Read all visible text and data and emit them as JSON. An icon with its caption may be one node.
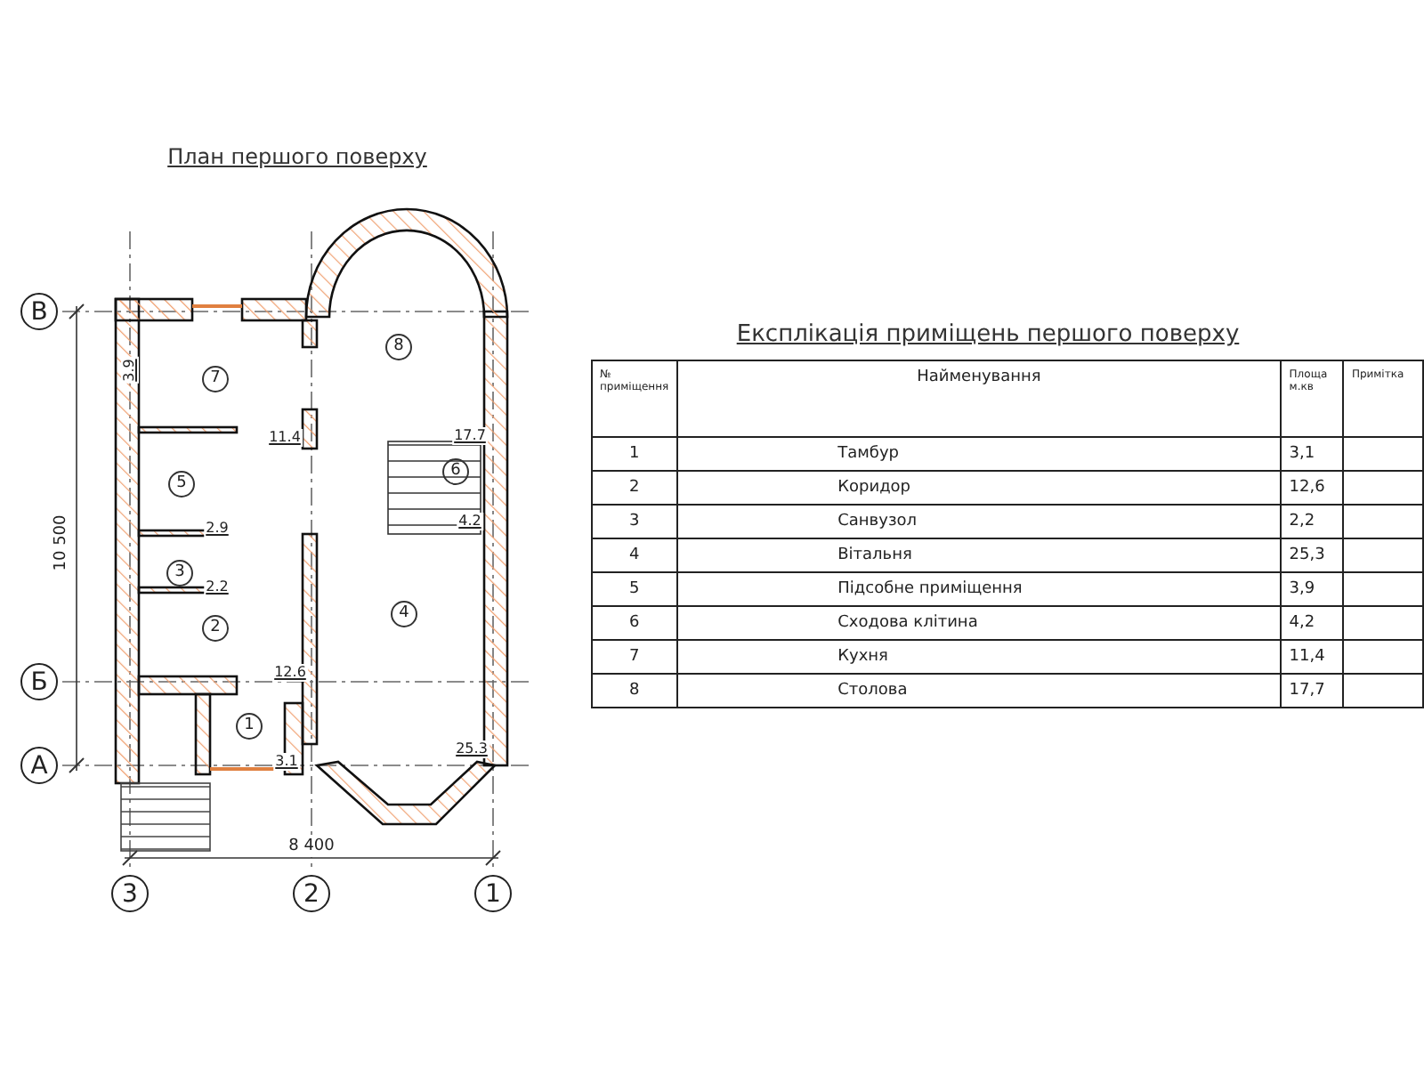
{
  "diagram": {
    "title": "План першого поверху",
    "labels": [
      "В",
      "8",
      "7",
      "3.9",
      "11.4",
      "17.7",
      "6",
      "5",
      "2.9",
      "3",
      "4.2",
      "10 500",
      "2.2",
      "2",
      "4",
      "Б",
      "12.6",
      "1",
      "А",
      "3.1",
      "25.3",
      "8 400",
      "3",
      "2",
      "1",
      "Експлікація приміщень першого поверху",
      "№ приміщення",
      "Найменування",
      "Площа м.кв",
      "Примітка",
      "1",
      "Тамбур",
      "3,1",
      "2",
      "Коридор",
      "12,6",
      "3",
      "Санвузол",
      "2,2",
      "4",
      "Вітальня",
      "25,3",
      "5",
      "Підсобне приміщення",
      "3,9",
      "6",
      "Сходова клітина",
      "4,2",
      "7",
      "Кухня",
      "11,4",
      "8",
      "Столова",
      "17,7"
    ]
  }
}
